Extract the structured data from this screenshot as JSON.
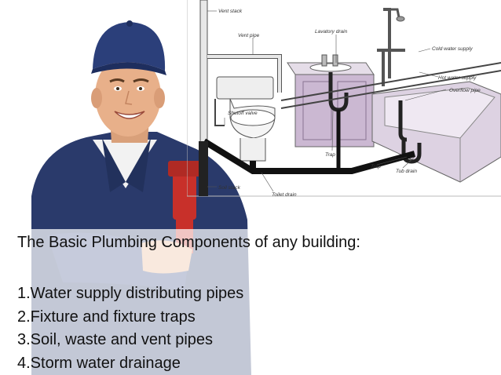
{
  "diagram": {
    "labels": {
      "vent_stack": "Vent stack",
      "vent_pipe": "Vent pipe",
      "lavatory_drain": "Lavatory drain",
      "cold_water_supply": "Cold water supply",
      "hot_water_supply": "Hot water supply",
      "overflow_pipe": "Overflow pipe",
      "shutoff_valve": "Shutoff valve",
      "trap_lavatory": "Trap",
      "trap_tub": "Trap",
      "tub_drain": "Tub drain",
      "soil_stack": "Soil stack",
      "toilet_drain": "Toilet drain"
    }
  },
  "slide": {
    "heading": "The Basic Plumbing Components of any building:",
    "items": [
      "1.Water supply distributing pipes",
      "2.Fixture and fixture traps",
      "3.Soil, waste and vent pipes",
      "4.Storm water drainage"
    ]
  }
}
